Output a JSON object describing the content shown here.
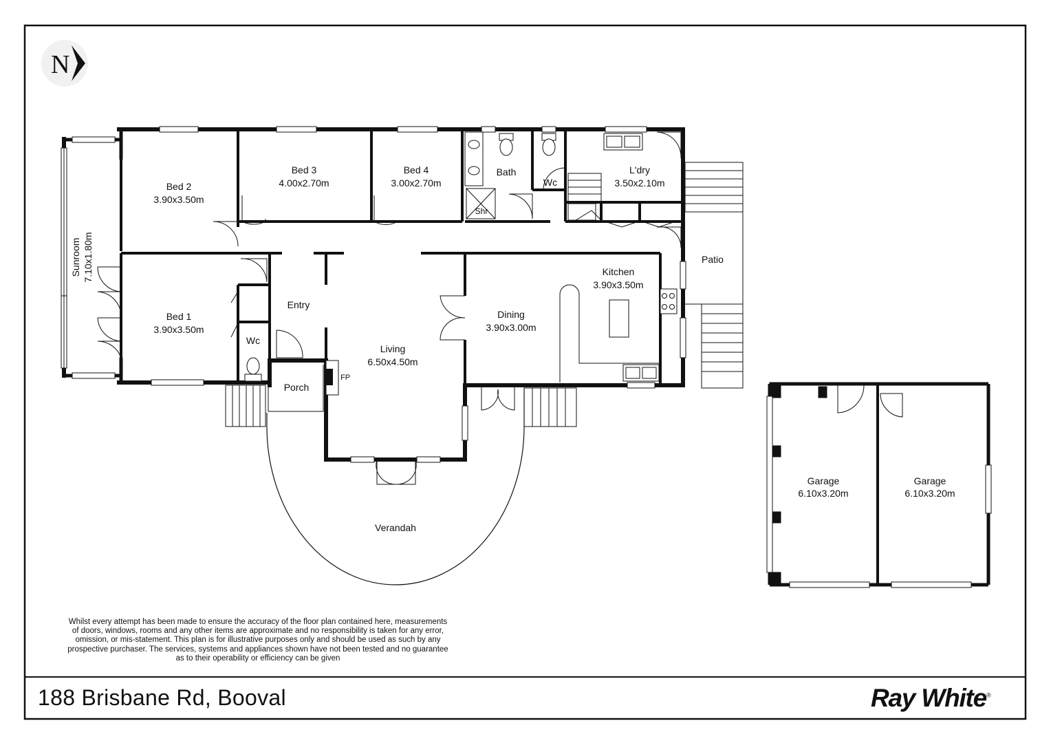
{
  "compass": {
    "letter": "N",
    "icon": "north-arrow-icon"
  },
  "rooms": [
    {
      "id": "bed2",
      "name": "Bed 2",
      "dims": "3.90x3.50m"
    },
    {
      "id": "bed3",
      "name": "Bed 3",
      "dims": "4.00x2.70m"
    },
    {
      "id": "bed4",
      "name": "Bed 4",
      "dims": "3.00x2.70m"
    },
    {
      "id": "bath",
      "name": "Bath",
      "dims": ""
    },
    {
      "id": "shr",
      "name": "Shr",
      "dims": ""
    },
    {
      "id": "wc1",
      "name": "Wc",
      "dims": ""
    },
    {
      "id": "ldry",
      "name": "L'dry",
      "dims": "3.50x2.10m"
    },
    {
      "id": "sunroom",
      "name": "Sunroom",
      "dims": "7.10x1.80m"
    },
    {
      "id": "bed1",
      "name": "Bed 1",
      "dims": "3.90x3.50m"
    },
    {
      "id": "wc2",
      "name": "Wc",
      "dims": ""
    },
    {
      "id": "entry",
      "name": "Entry",
      "dims": ""
    },
    {
      "id": "living",
      "name": "Living",
      "dims": "6.50x4.50m"
    },
    {
      "id": "fp",
      "name": "FP",
      "dims": ""
    },
    {
      "id": "porch",
      "name": "Porch",
      "dims": ""
    },
    {
      "id": "dining",
      "name": "Dining",
      "dims": "3.90x3.00m"
    },
    {
      "id": "kitchen",
      "name": "Kitchen",
      "dims": "3.90x3.50m"
    },
    {
      "id": "patio",
      "name": "Patio",
      "dims": ""
    },
    {
      "id": "verandah",
      "name": "Verandah",
      "dims": ""
    },
    {
      "id": "garage1",
      "name": "Garage",
      "dims": "6.10x3.20m"
    },
    {
      "id": "garage2",
      "name": "Garage",
      "dims": "6.10x3.20m"
    }
  ],
  "disclaimer": [
    "Whilst every attempt has been made to ensure the accuracy of the floor plan contained here, measurements",
    "of doors, windows, rooms and any other items are approximate and no responsibility is taken for any error,",
    "omission, or mis-statement. This plan is for illustrative purposes only and should be used as such by any",
    "prospective purchaser. The services, systems and appliances shown have not been tested and no guarantee",
    "as to their operability or efficiency can be given"
  ],
  "footer": {
    "address": "188 Brisbane Rd, Booval",
    "brand": "Ray White",
    "brand_mark": "®"
  },
  "colors": {
    "wall": "#111111",
    "text": "#111111",
    "background": "#ffffff"
  }
}
